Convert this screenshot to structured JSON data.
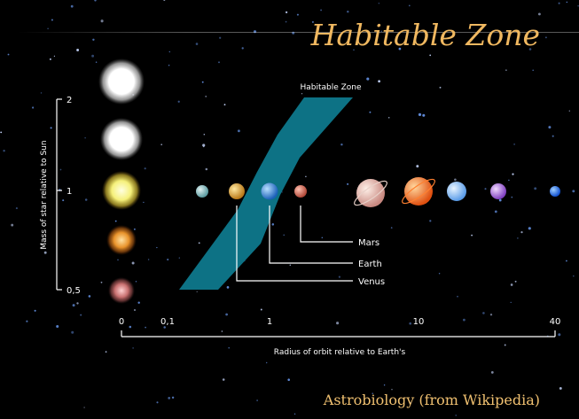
{
  "title": "Habitable Zone",
  "caption": "Astrobiology (from Wikipedia)",
  "diagram": {
    "zone_label": "Habitable Zone",
    "y_axis": {
      "label": "Mass of star relative to Sun",
      "ticks": [
        "2",
        "1",
        "0,5"
      ]
    },
    "x_axis": {
      "label": "Radius of orbit relative to Earth's",
      "ticks": [
        "0",
        "0,1",
        "1",
        "10",
        "40"
      ]
    },
    "callouts": [
      "Mars",
      "Earth",
      "Venus"
    ],
    "colors": {
      "zone": "#0d7285",
      "background": "#000000",
      "title": "#f0b860"
    }
  }
}
